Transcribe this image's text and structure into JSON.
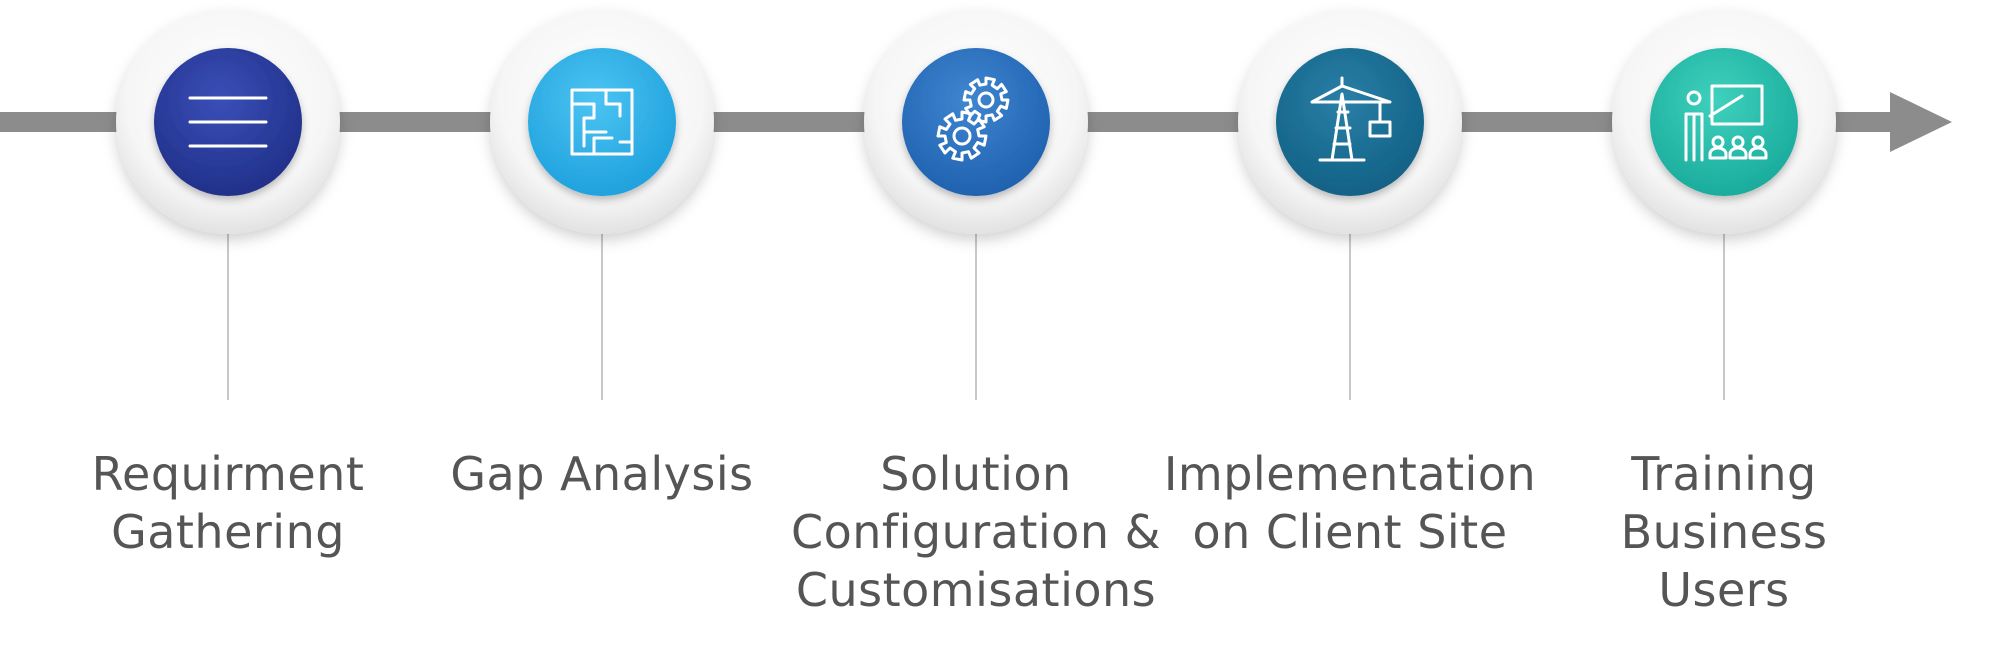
{
  "colors": {
    "timeline": "#8c8c8c",
    "connector": "#c8c8c8",
    "label_text": "#555555",
    "ring": "#ffffff"
  },
  "steps": [
    {
      "label": "Requirment\nGathering",
      "icon": "lines-icon",
      "color_light": "#3a4fb8",
      "color_dark": "#1f2e86"
    },
    {
      "label": "Gap Analysis",
      "icon": "maze-icon",
      "color_light": "#4cc4f2",
      "color_dark": "#1c9fdc"
    },
    {
      "label": "Solution\nConfiguration &\nCustomisations",
      "icon": "gears-icon",
      "color_light": "#3f86d0",
      "color_dark": "#1d5fae"
    },
    {
      "label": "Implementation\non Client Site",
      "icon": "crane-icon",
      "color_light": "#2a7fa6",
      "color_dark": "#105f84"
    },
    {
      "label": "Training\nBusiness\nUsers",
      "icon": "presentation-icon",
      "color_light": "#3fd1bd",
      "color_dark": "#18a99a"
    }
  ]
}
